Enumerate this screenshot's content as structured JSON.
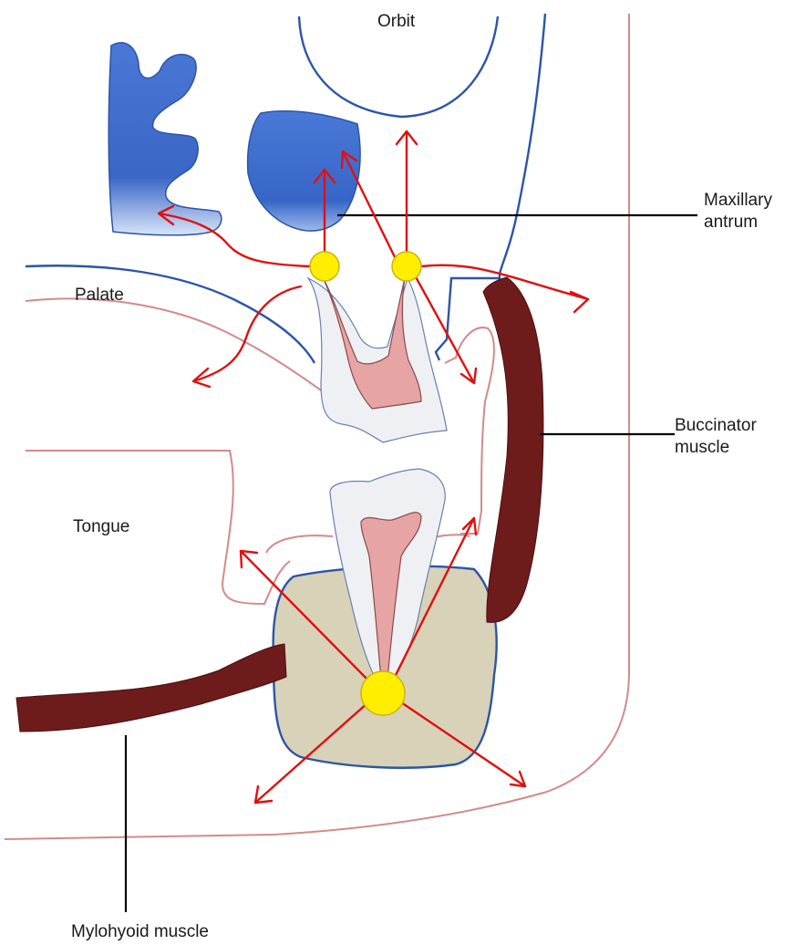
{
  "labels": {
    "orbit": "Orbit",
    "maxillary_antrum": [
      "Maxillary",
      "antrum"
    ],
    "palate": "Palate",
    "buccinator_muscle": [
      "Buccinator",
      "muscle"
    ],
    "tongue": "Tongue",
    "mylohyoid_muscle": "Mylohyoid muscle"
  },
  "colors": {
    "bone_outline": "#2b55a8",
    "soft_tissue_outline": "#d48a8a",
    "sinus_fill": "#3f6fd0",
    "muscle_fill": "#6e1b1b",
    "mandible_fill": "#d8d2b8",
    "enamel_fill": "#eef0f4",
    "pulp_fill": "#e6a4a4",
    "apex_marker": "#ffee00",
    "spread_arrow": "#e01010",
    "leader_line": "#000000"
  }
}
